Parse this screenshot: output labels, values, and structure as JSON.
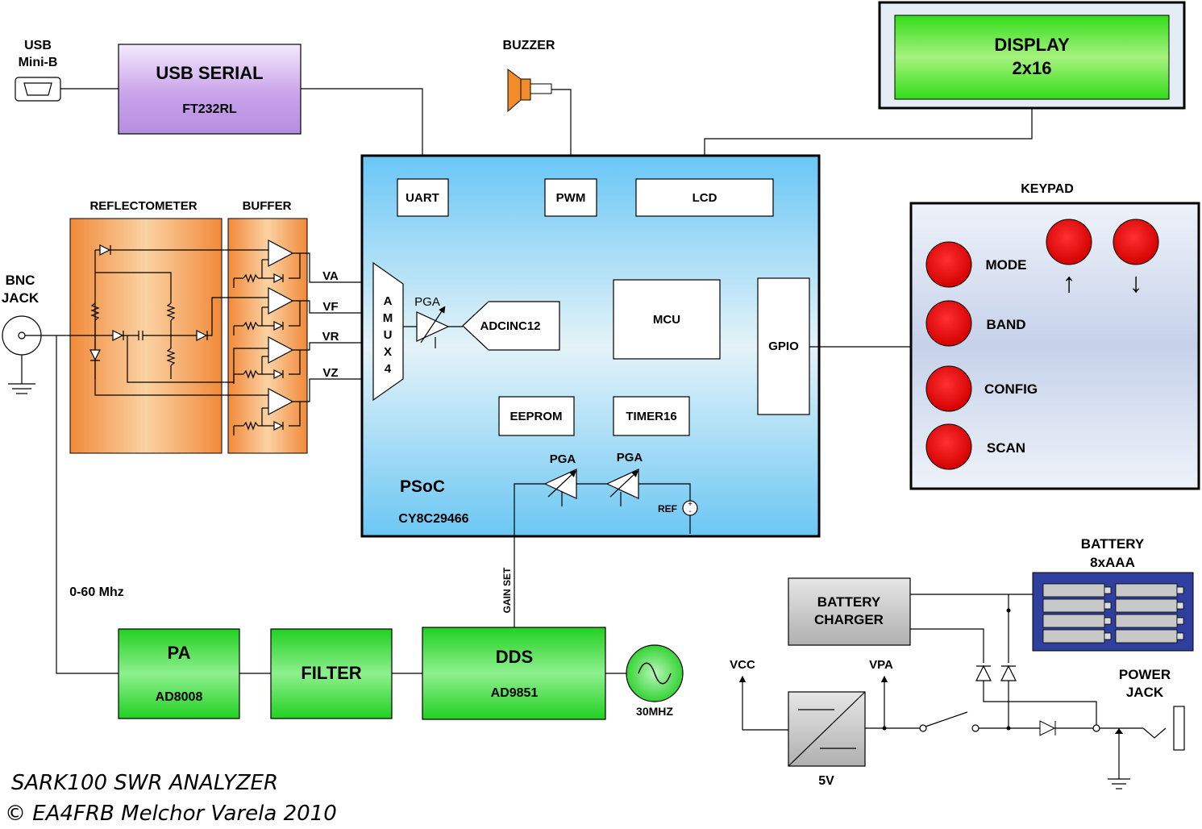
{
  "usb": {
    "connector_line1": "USB",
    "connector_line2": "Mini-B",
    "title": "USB SERIAL",
    "part": "FT232RL"
  },
  "buzzer": {
    "label": "BUZZER"
  },
  "display": {
    "line1": "DISPLAY",
    "line2": "2x16"
  },
  "psoc": {
    "name": "PSoC",
    "part": "CY8C29466",
    "uart": "UART",
    "pwm": "PWM",
    "lcd": "LCD",
    "mcu": "MCU",
    "gpio": "GPIO",
    "eeprom": "EEPROM",
    "timer": "TIMER16",
    "adc": "ADCINC12",
    "amux": [
      "A",
      "M",
      "U",
      "X",
      "4"
    ],
    "pga": "PGA",
    "ref": "REF"
  },
  "analog": {
    "reflectometer": "REFLECTOMETER",
    "buffer": "BUFFER",
    "bnc_line1": "BNC",
    "bnc_line2": "JACK",
    "signals": [
      "VA",
      "VF",
      "VR",
      "VZ"
    ]
  },
  "keypad": {
    "title": "KEYPAD",
    "buttons": [
      "MODE",
      "BAND",
      "CONFIG",
      "SCAN"
    ],
    "up": "↑",
    "down": "↓"
  },
  "rf_chain": {
    "freq_range": "0-60 Mhz",
    "pa": "PA",
    "pa_part": "AD8008",
    "filter": "FILTER",
    "dds": "DDS",
    "dds_part": "AD9851",
    "osc": "30MHZ",
    "gain_set": "GAIN SET"
  },
  "power": {
    "battery_line1": "BATTERY",
    "battery_line2": "8xAAA",
    "charger_line1": "BATTERY",
    "charger_line2": "CHARGER",
    "vcc": "VCC",
    "vpa": "VPA",
    "reg": "5V",
    "jack_line1": "POWER",
    "jack_line2": "JACK"
  },
  "footer": {
    "title": "SARK100 SWR ANALYZER",
    "credit": "© EA4FRB Melchor Varela 2010"
  },
  "colors": {
    "usb_fill": "#c9a3ea",
    "display_fill": "#55e02a",
    "psoc_fill": "#8fd0f5",
    "orange": "#f5a050",
    "green": "#3fd93f",
    "keypad_fill": "#d2dcee",
    "button_red": "#e81010",
    "battery_fill": "#2f3f9e",
    "gray": "#c8c8c8"
  }
}
